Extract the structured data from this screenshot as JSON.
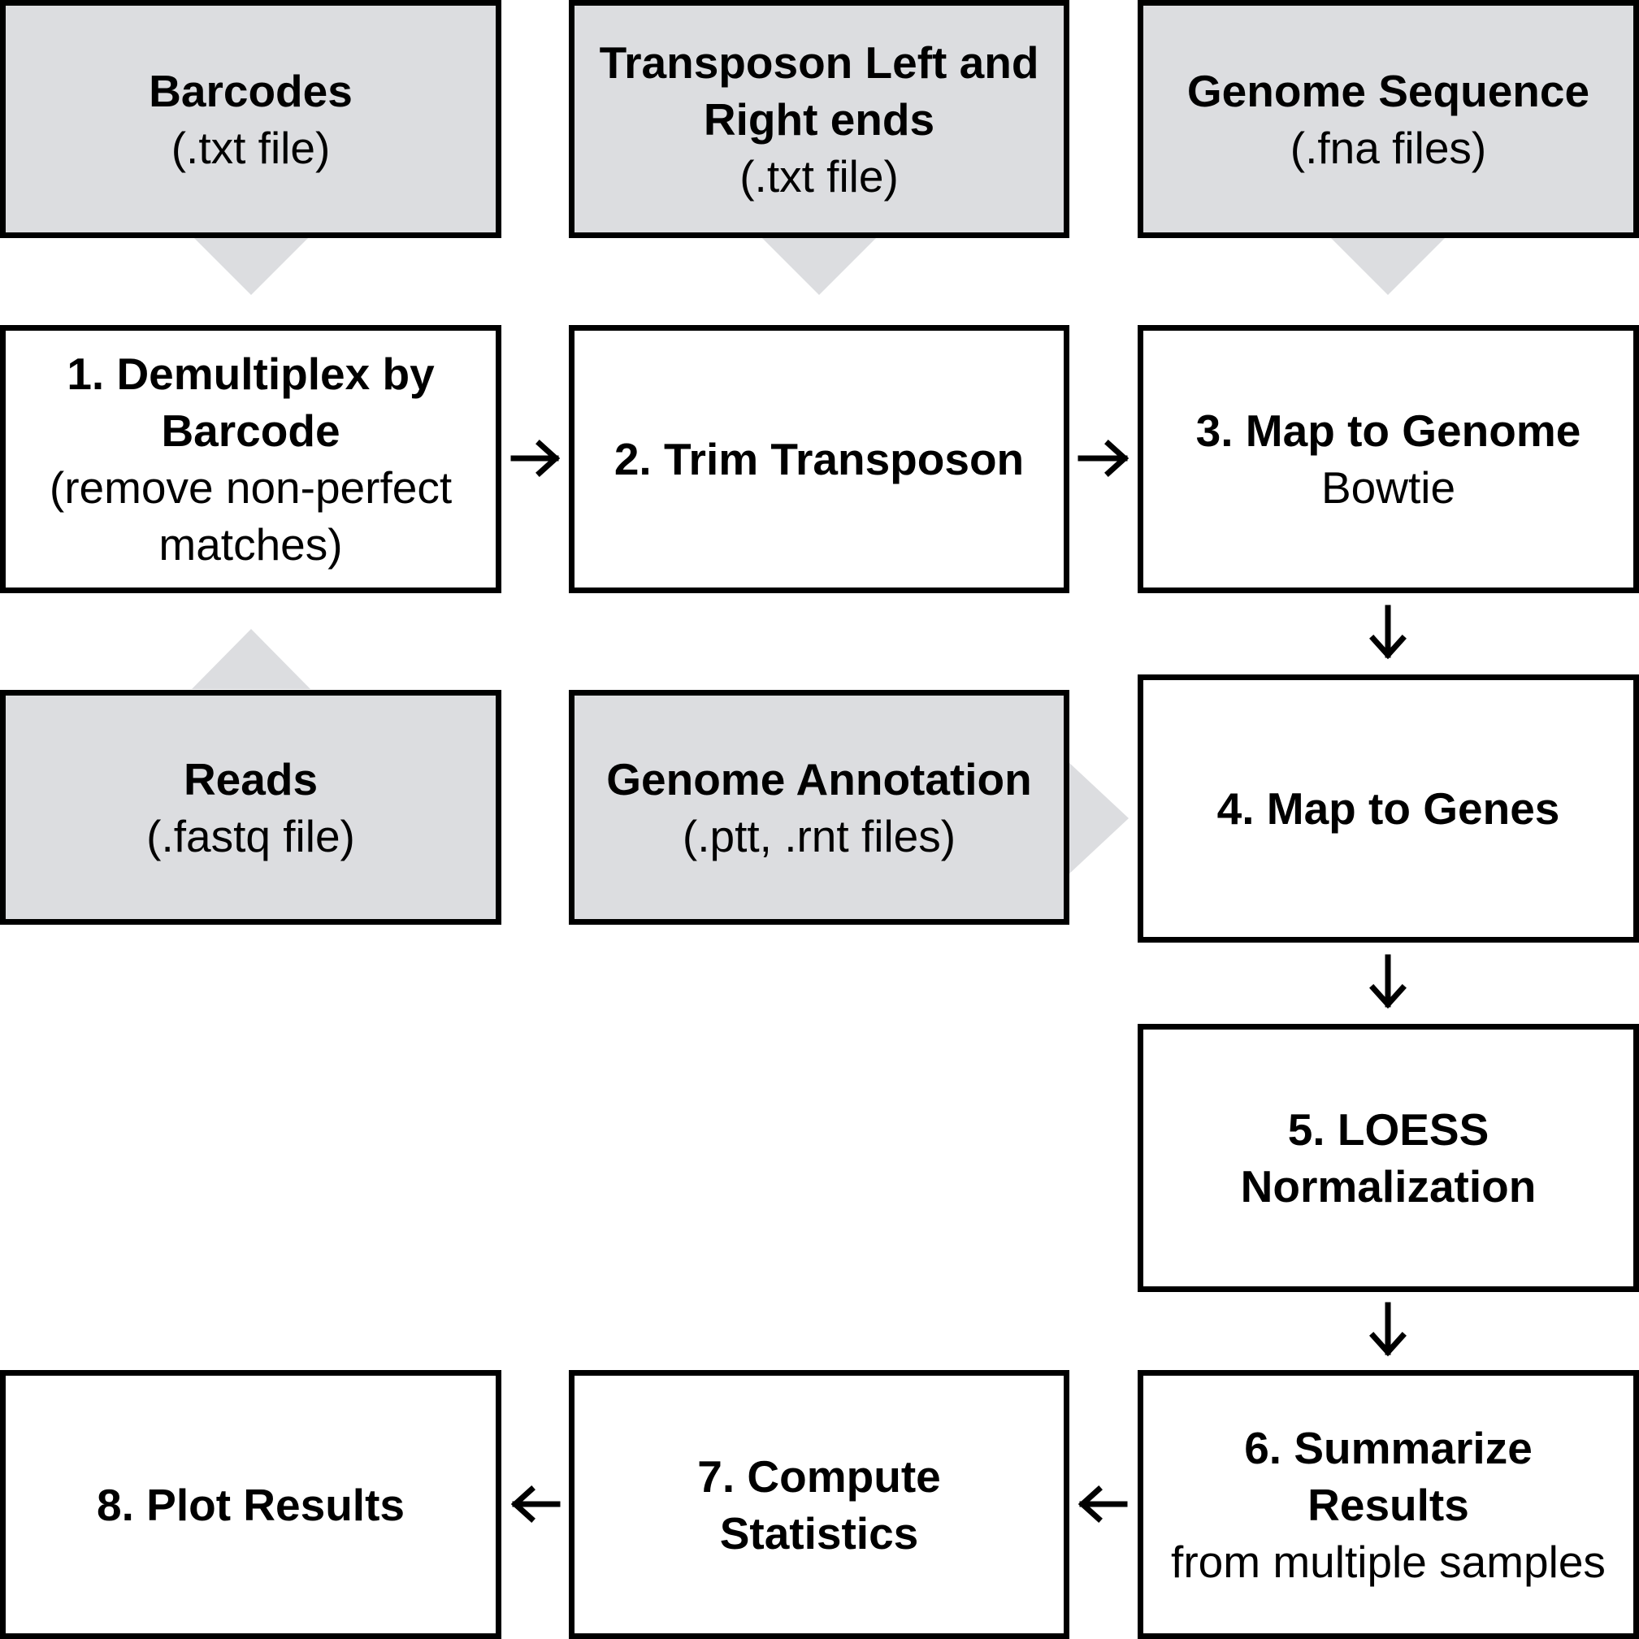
{
  "colors": {
    "input_fill": "#dcdde0",
    "step_fill": "#ffffff",
    "border": "#000000",
    "pointer": "#dcdde0"
  },
  "inputs": {
    "barcodes": {
      "title": "Barcodes",
      "subtitle": "(.txt file)"
    },
    "transposon": {
      "title_line1": "Transposon Left and",
      "title_line2": "Right ends",
      "subtitle": "(.txt file)"
    },
    "genome_sequence": {
      "title": "Genome Sequence",
      "subtitle": "(.fna files)"
    },
    "reads": {
      "title": "Reads",
      "subtitle": "(.fastq file)"
    },
    "genome_annotation": {
      "title": "Genome Annotation",
      "subtitle": "(.ptt, .rnt files)"
    }
  },
  "steps": {
    "demultiplex": {
      "title_line1": "1. Demultiplex by",
      "title_line2": "Barcode",
      "note_line1": "(remove non-perfect",
      "note_line2": "matches)"
    },
    "trim": {
      "title": "2. Trim Transposon"
    },
    "map_genome": {
      "title": "3. Map to Genome",
      "note": "Bowtie"
    },
    "map_genes": {
      "title": "4. Map to Genes"
    },
    "loess": {
      "title_line1": "5. LOESS",
      "title_line2": "Normalization"
    },
    "summarize": {
      "title_line1": "6. Summarize",
      "title_line2": "Results",
      "note": "from multiple samples"
    },
    "statistics": {
      "title_line1": "7. Compute",
      "title_line2": "Statistics"
    },
    "plot": {
      "title": "8. Plot Results"
    }
  },
  "flow": [
    "barcodes->demultiplex",
    "transposon->trim",
    "genome_sequence->map_genome",
    "reads->demultiplex",
    "genome_annotation->map_genes",
    "demultiplex->trim",
    "trim->map_genome",
    "map_genome->map_genes",
    "map_genes->loess",
    "loess->summarize",
    "summarize->statistics",
    "statistics->plot"
  ]
}
